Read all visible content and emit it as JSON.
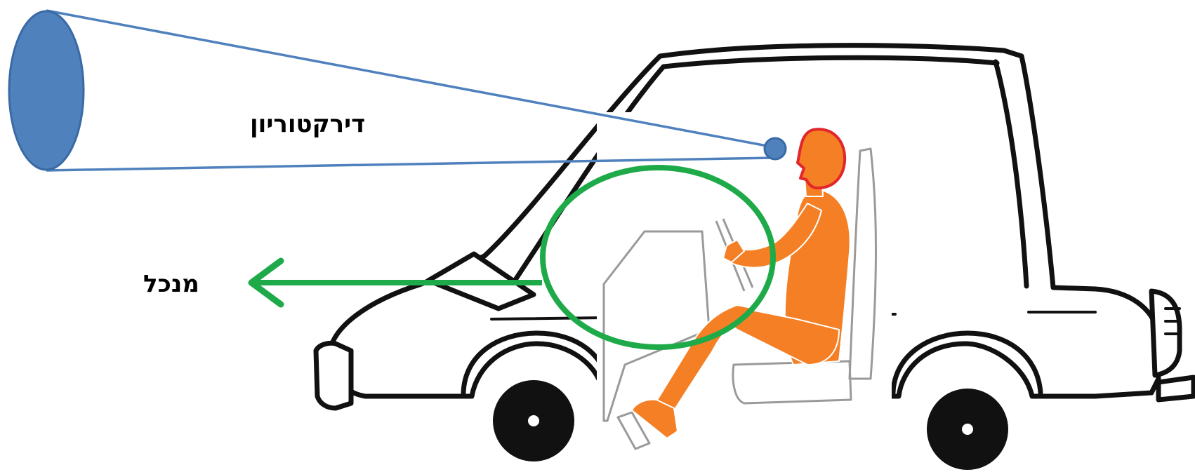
{
  "labels": {
    "directorate": "דירקטוריון",
    "manager": "מנכל"
  },
  "colors": {
    "cone_fill": "#4f81bd",
    "cone_stroke": "#3a6aa6",
    "highlight": "#1faa4a",
    "person": "#f47f24",
    "person_head_outline": "#e1262c",
    "car_outline": "#111111",
    "background": "#ffffff"
  },
  "icons": {
    "car": "car-side-outline",
    "driver": "seated-driver-figure",
    "eye": "eye-dot",
    "arrow": "arrow-left"
  }
}
